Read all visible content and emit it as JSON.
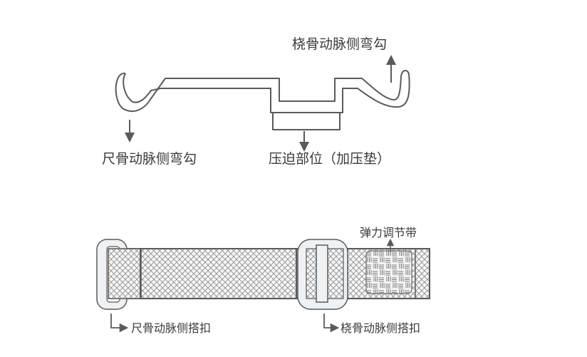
{
  "labels": {
    "radial_hook": "桡骨动脉侧弯勾",
    "ulnar_hook": "尺骨动脉侧弯勾",
    "compression": "压迫部位（加压垫）",
    "elastic_strap": "弹力调节带",
    "ulnar_buckle": "尺骨动脉侧搭扣",
    "radial_buckle": "桡骨动脉侧搭扣"
  },
  "colors": {
    "line": "#5a5a5a",
    "text": "#3a3a3a",
    "buckle_fill": "#eef2f5",
    "mesh_fill": "#f3f3f3"
  }
}
